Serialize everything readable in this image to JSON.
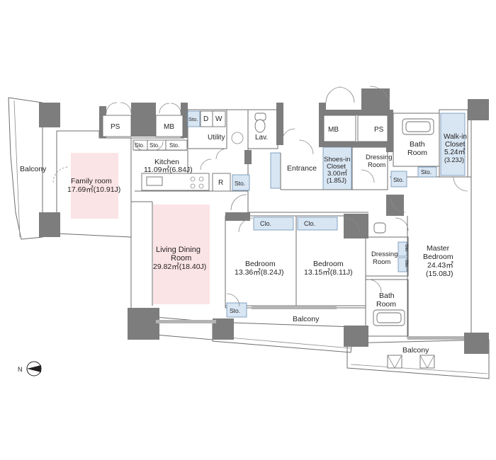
{
  "rooms": {
    "balcony_left": "Balcony",
    "ps_top": "PS",
    "mb_top": "MB",
    "sto_small": "Sto.",
    "d": "D",
    "w": "W",
    "utility": "Utility",
    "lav": "Lav.",
    "mb_right": "MB",
    "ps_right": "PS",
    "bath_top_line1": "Bath",
    "bath_top_line2": "Room",
    "walkin_line1": "Walk-in",
    "walkin_line2": "Closet",
    "walkin_area": "5.24㎡",
    "walkin_j": "(3.23J)",
    "sto_k1": "Sto.",
    "sto_k2": "Sto.",
    "sto_k3": "Sto.",
    "kitchen_name": "Kitchen",
    "kitchen_area": "11.09㎡(6.84J)",
    "family_name": "Family room",
    "family_area": "17.69㎡(10.91J)",
    "r": "R",
    "sto_r": "Sto.",
    "entrance": "Entrance",
    "shoes_line1": "Shoes-in",
    "shoes_line2": "Closet",
    "shoes_area": "3.00㎡",
    "shoes_j": "(1.85J)",
    "dressing_top_line1": "Dressing",
    "dressing_top_line2": "Room",
    "sto_bath": "Sto.",
    "sto_master": "Sto.",
    "clo1": "Clo.",
    "clo2": "Clo.",
    "living_line1": "Living Dining",
    "living_line2": "Room",
    "living_area": "29.82㎡(18.40J)",
    "bed1_name": "Bedroom",
    "bed1_area": "13.36㎡(8.24J)",
    "bed2_name": "Bedroom",
    "bed2_area": "13.15㎡(8.11J)",
    "dressing_mid_line1": "Dressing",
    "dressing_mid_line2": "Room",
    "sto_v1": "Sto.",
    "sto_v2": "Sto.",
    "master_line1": "Master",
    "master_line2": "Bedroom",
    "master_area": "24.43㎡",
    "master_j": "(15.08J)",
    "bath_mid_line1": "Bath",
    "bath_mid_line2": "Room",
    "sto_bed1": "Sto.",
    "balcony_mid": "Balcony",
    "balcony_right": "Balcony"
  },
  "compass_label": "N",
  "colors": {
    "wall": "#7d7d7d",
    "room_highlight": "#fbe4e6",
    "storage_blue": "#d8e6f3",
    "text": "#231f20"
  }
}
